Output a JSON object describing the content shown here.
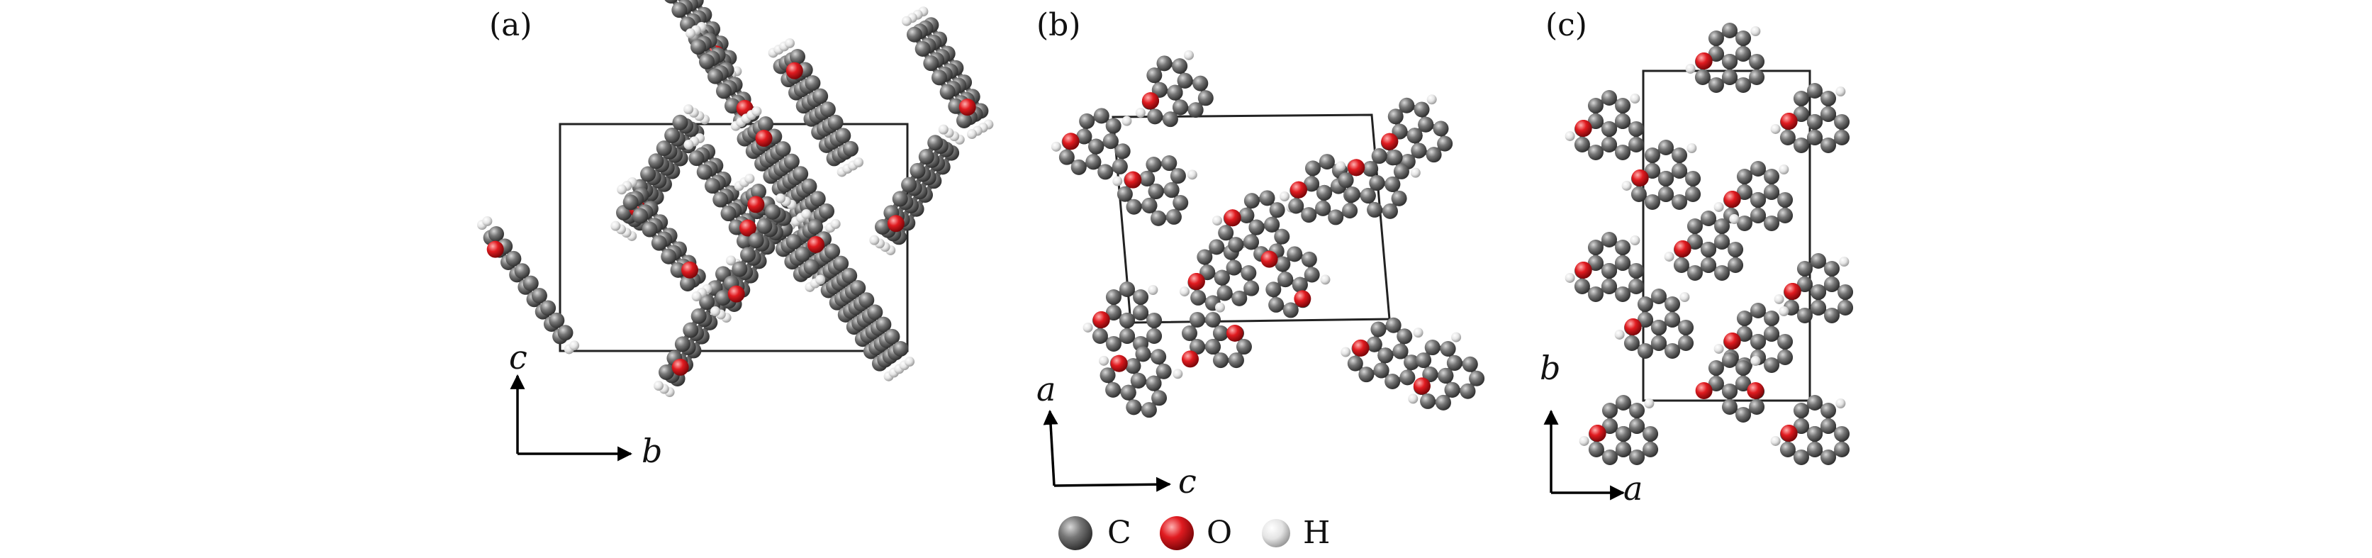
{
  "panels": [
    {
      "id": "a",
      "label": "(a)",
      "axes": {
        "vertical": "c",
        "horizontal": "b"
      }
    },
    {
      "id": "b",
      "label": "(b)",
      "axes": {
        "vertical": "a",
        "horizontal": "c"
      }
    },
    {
      "id": "c",
      "label": "(c)",
      "axes": {
        "vertical": "b",
        "horizontal": "a"
      }
    }
  ],
  "legend": [
    {
      "symbol": "C",
      "label": "C",
      "color": "#6e6e6e"
    },
    {
      "symbol": "O",
      "label": "O",
      "color": "#e0191e"
    },
    {
      "symbol": "H",
      "label": "H",
      "color": "#e6e6e6"
    }
  ],
  "colors": {
    "carbon": "#5f5f5f",
    "oxygen": "#d91a1f",
    "hydrogen": "#dcdcdc",
    "cell": "#222222"
  }
}
